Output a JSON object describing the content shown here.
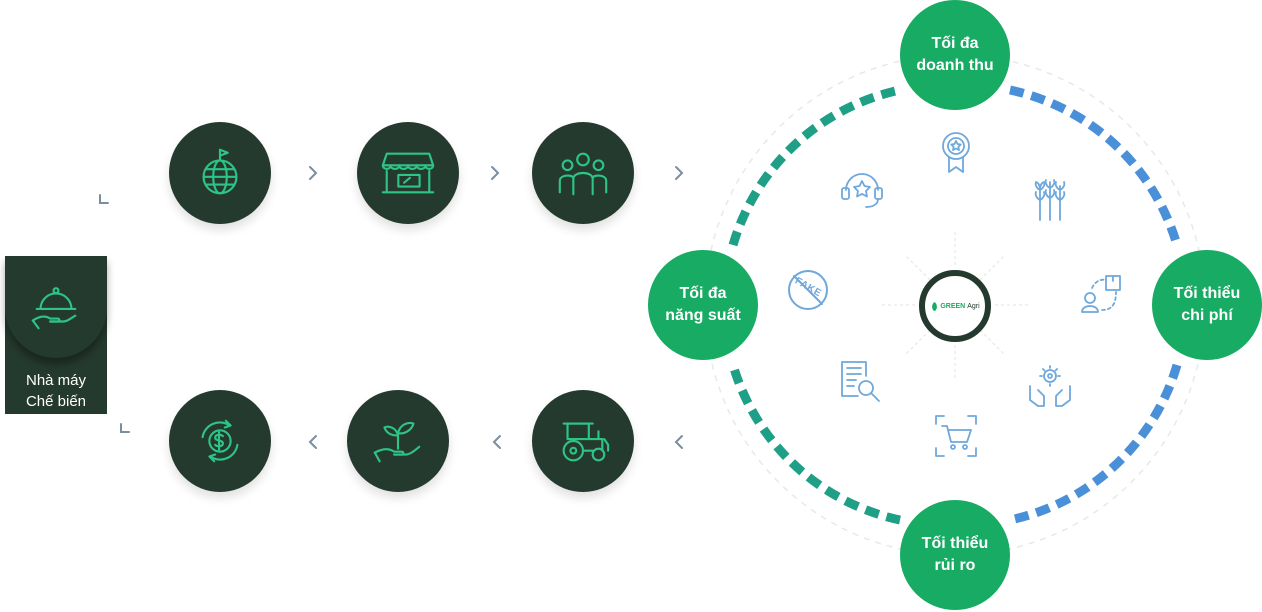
{
  "factory": {
    "line1": "Nhà máy",
    "line2": "Chế biến",
    "icon": "serving-tray-icon"
  },
  "top_chain": [
    {
      "icon": "global-market-icon"
    },
    {
      "icon": "storefront-icon"
    },
    {
      "icon": "community-icon"
    }
  ],
  "bottom_chain": [
    {
      "icon": "money-cycle-icon"
    },
    {
      "icon": "sprout-in-hand-icon"
    },
    {
      "icon": "tractor-icon"
    }
  ],
  "goals": {
    "top": {
      "line1": "Tối đa",
      "line2": "doanh thu"
    },
    "left": {
      "line1": "Tối đa",
      "line2": "năng suất"
    },
    "right": {
      "line1": "Tối thiểu",
      "line2": "chi phí"
    },
    "bottom": {
      "line1": "Tối thiểu",
      "line2": "rủi ro"
    }
  },
  "core": {
    "brand": "GREEN",
    "brand_suffix": "Agri"
  },
  "benefits": [
    "support-agent-icon",
    "award-badge-icon",
    "wheat-icon",
    "traceability-icon",
    "anti-fake-icon",
    "document-search-icon",
    "cart-scan-icon",
    "hands-gear-icon"
  ],
  "fake_label": "FAKE",
  "colors": {
    "dark": "#253a2e",
    "green": "#18ab63",
    "teal": "#1f9f86",
    "blue": "#4a90d9",
    "icon_blue": "#6fa8dc"
  }
}
